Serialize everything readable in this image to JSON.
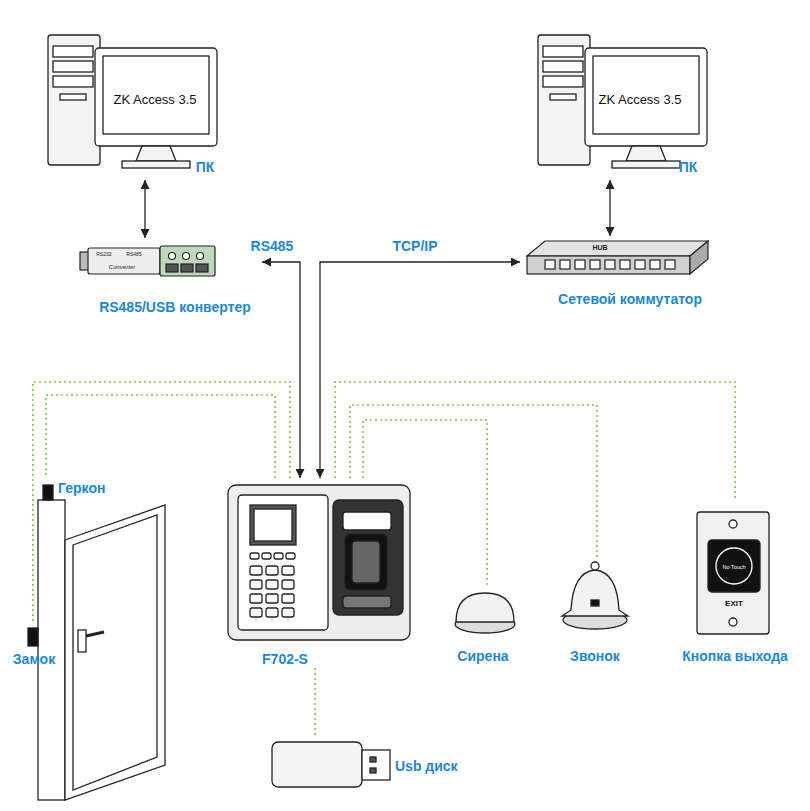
{
  "diagram": {
    "nodes": [
      {
        "text": [
          "ZK Access 3.5",
          "ПК"
        ]
      },
      {
        "text": [
          "ZK Access 3.5",
          "ПК"
        ]
      },
      {
        "text": [
          "RS485/USB конвертер"
        ]
      },
      {
        "text": [
          "Сетевой коммутатор"
        ]
      },
      {
        "text": [
          "F702-S"
        ]
      },
      {
        "text": [
          "Геркон"
        ]
      },
      {
        "text": [
          "Замок"
        ]
      },
      {
        "text": [
          "Сирена"
        ]
      },
      {
        "text": [
          "Звонок"
        ]
      },
      {
        "text": [
          "Кнопка выхода"
        ]
      },
      {
        "text": [
          "Usb диск"
        ]
      }
    ],
    "edges": [
      {
        "from": 0,
        "to": 2,
        "arrow": "both"
      },
      {
        "from": 1,
        "to": 3,
        "arrow": "both"
      },
      {
        "from": 4,
        "to": 2,
        "label": "RS485",
        "arrow": "both"
      },
      {
        "from": 4,
        "to": 3,
        "label": "TCP/IP",
        "arrow": "both"
      },
      {
        "from": 4,
        "to": 5,
        "arrow": "none"
      },
      {
        "from": 4,
        "to": 6,
        "arrow": "none"
      },
      {
        "from": 4,
        "to": 7,
        "arrow": "none"
      },
      {
        "from": 4,
        "to": 8,
        "arrow": "none"
      },
      {
        "from": 4,
        "to": 9,
        "arrow": "none"
      },
      {
        "from": 4,
        "to": 10,
        "arrow": "none"
      }
    ],
    "labels": [
      "RS232",
      "RS485",
      "Converter",
      "HUB",
      "No Touch",
      "EXIT"
    ]
  }
}
